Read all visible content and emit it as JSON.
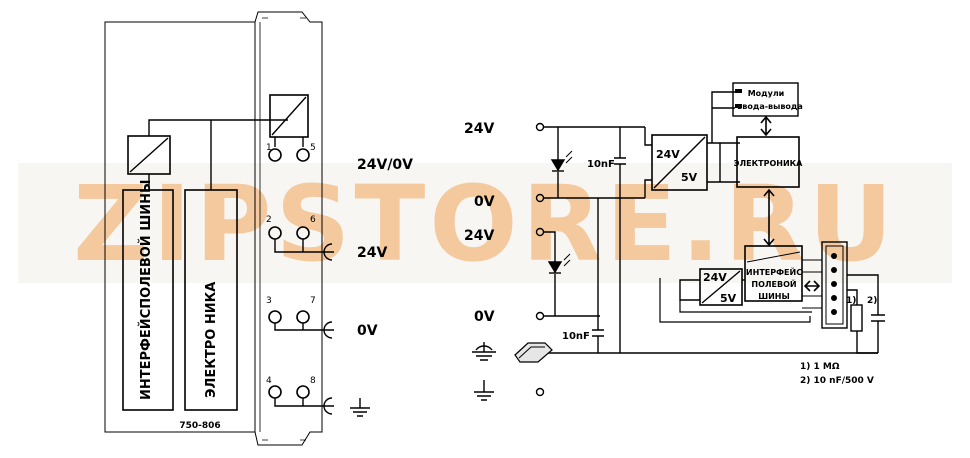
{
  "watermark": "ZIPSTORE.RU",
  "module": {
    "label_bus": "ИНТЕРФЕЙСПОЛЕВОЙ ШИНЫ",
    "label_electronics": "ЭЛЕКТРО НИКА",
    "part_number": "750-806",
    "pins": [
      "1",
      "5",
      "2",
      "6",
      "3",
      "7",
      "4",
      "8"
    ],
    "rail_labels": [
      "24V/0V",
      "24V",
      "0V"
    ]
  },
  "schematic": {
    "supply_labels": [
      "24V",
      "0V",
      "24V",
      "0V"
    ],
    "cap_labels": [
      "10nF",
      "10nF"
    ],
    "converter_top": {
      "in": "24V",
      "out": "5V"
    },
    "converter_bottom": {
      "in": "24V",
      "out": "5V"
    },
    "electronics_label": "ЭЛЕКТРОНИКА",
    "io_modules": [
      "Модули",
      "ввода-вывода"
    ],
    "fieldbus_interface": [
      "ИНТЕРФЕЙС",
      "ПОЛЕВОЙ",
      "ШИНЫ"
    ],
    "markers": [
      "1)",
      "2)"
    ],
    "notes": [
      "1) 1 MΩ",
      "2) 10 nF/500 V"
    ]
  },
  "colors": {
    "ink": "#000000",
    "watermark": "#f2a55a"
  }
}
